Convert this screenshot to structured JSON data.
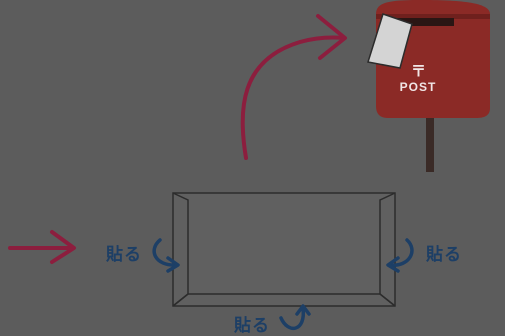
{
  "labels": {
    "paste_left": "貼る",
    "paste_right": "貼る",
    "paste_bottom": "貼る"
  },
  "mailbox": {
    "text": "POST",
    "mark": "〒"
  },
  "colors": {
    "background": "#5c5c5c",
    "arrow": "#8c1e3e",
    "label": "#1d3f66",
    "mailbox": "#8b2a26",
    "envelope_fill": "#606060",
    "envelope_stroke": "#2c2c2c"
  },
  "icons": [
    "right-arrow-icon",
    "curved-up-arrow-icon",
    "mailbox-icon",
    "envelope-icon",
    "fold-arrow-icon"
  ]
}
